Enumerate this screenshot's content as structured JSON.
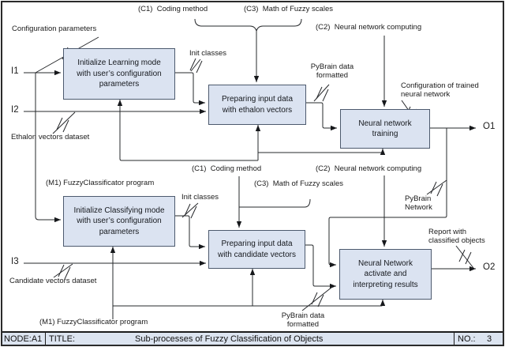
{
  "diagram": {
    "kind": "IDEF0 activity diagram",
    "colors": {
      "box_fill": "#dbe3f1",
      "box_border": "#4d5a6e",
      "wire": "#26282b",
      "footer_fill": "#dce4f0",
      "background": "#ffffff"
    }
  },
  "boxes": {
    "init_learning": "Initialize Learning mode\nwith user’s configuration\nparameters",
    "prep_ethalon": "Preparing input data\nwith ethalon vectors",
    "nn_training": "Neural network\ntraining",
    "init_classifying": "Initialize Classifying mode\nwith user’s configuration\nparameters",
    "prep_candidate": "Preparing input data\nwith candidate vectors",
    "nn_activate": "Neural Network\nactivate and\ninterpreting results"
  },
  "labels": {
    "c1_top": "(C1)  Coding method",
    "c3_top": "(C3)  Math of Fuzzy scales",
    "c2_top": "(C2)  Neural network computing",
    "config_params": "Configuration parameters",
    "i1": "I1",
    "i2": "I2",
    "i3": "I3",
    "o1": "O1",
    "o2": "O2",
    "ethalon_dataset": "Ethalon vectors dataset",
    "init_classes_top": "Init classes",
    "pybrain_data_top": "PyBrain data\nformatted",
    "config_trained": "Configuration of trained\nneural network",
    "m1_top": "(M1) FuzzyClassificator program",
    "c1_bottom": "(C1)  Coding method",
    "c2_bottom": "(C2)  Neural network computing",
    "c3_bottom": "(C3)  Math of Fuzzy scales",
    "pybrain_network": "PyBrain\nNetwork",
    "init_classes_bottom": "Init classes",
    "candidate_dataset": "Candidate vectors dataset",
    "report": "Report with\nclassified objects",
    "pybrain_data_bottom": "PyBrain data\nformatted",
    "m1_bottom": "(M1) FuzzyClassificator program"
  },
  "footer": {
    "node_label": "NODE:",
    "node_value": "A1",
    "title_label": "TITLE:",
    "title": "Sub-processes of Fuzzy Classification of Objects",
    "no_label": "NO.:",
    "no_value": "3"
  }
}
